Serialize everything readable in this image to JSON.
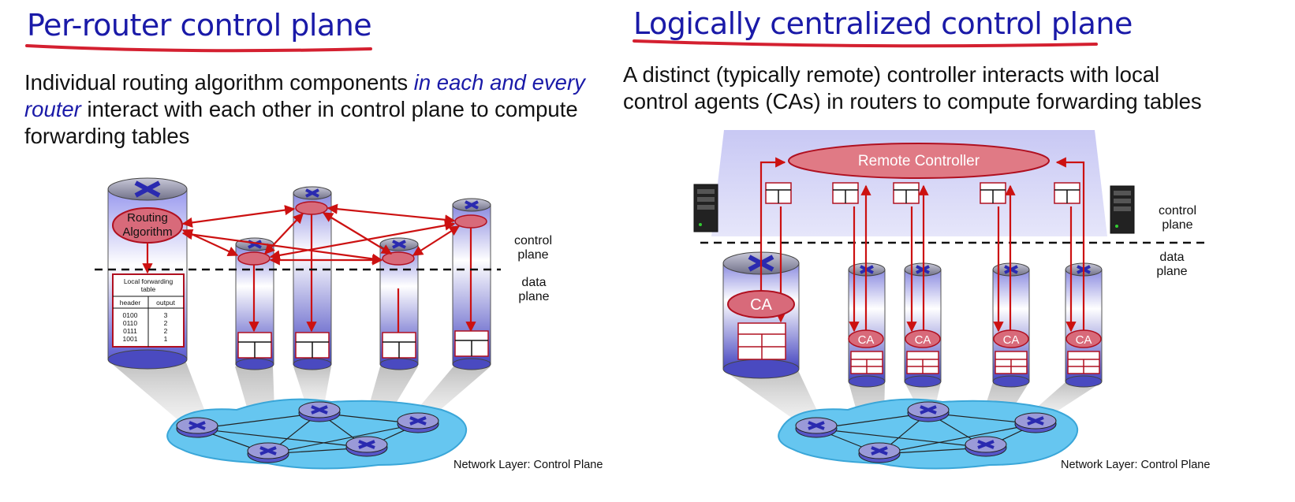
{
  "left": {
    "title": "Per-router control plane",
    "desc_part1": "Individual routing algorithm components ",
    "desc_highlight": "in each and every router",
    "desc_part2": " interact with each other in control plane to compute forwarding tables",
    "routing_algorithm_line1": "Routing",
    "routing_algorithm_line2": "Algorithm",
    "control_label_1": "control",
    "control_label_2": "plane",
    "data_label_1": "data",
    "data_label_2": "plane",
    "table": {
      "title_line1": "Local forwarding",
      "title_line2": "table",
      "headers": [
        "header",
        "output"
      ],
      "rows": [
        [
          "0100",
          "3"
        ],
        [
          "0110",
          "2"
        ],
        [
          "0111",
          "2"
        ],
        [
          "1001",
          "1"
        ]
      ]
    },
    "footer": "Network Layer: Control Plane"
  },
  "right": {
    "title": "Logically centralized control plane",
    "desc": "A distinct (typically remote) controller interacts with local control agents (CAs) in routers to compute forwarding tables",
    "controller_label": "Remote Controller",
    "ca_label": "CA",
    "control_label_1": "control",
    "control_label_2": "plane",
    "data_label_1": "data",
    "data_label_2": "plane",
    "footer": "Network Layer: Control Plane"
  },
  "colors": {
    "title": "#1a1aa8",
    "underline": "#d42030",
    "arrow": "#cc1111",
    "router_body": "#7070d8",
    "network": "#66c6f0",
    "controller_fill": "#e07a85"
  }
}
